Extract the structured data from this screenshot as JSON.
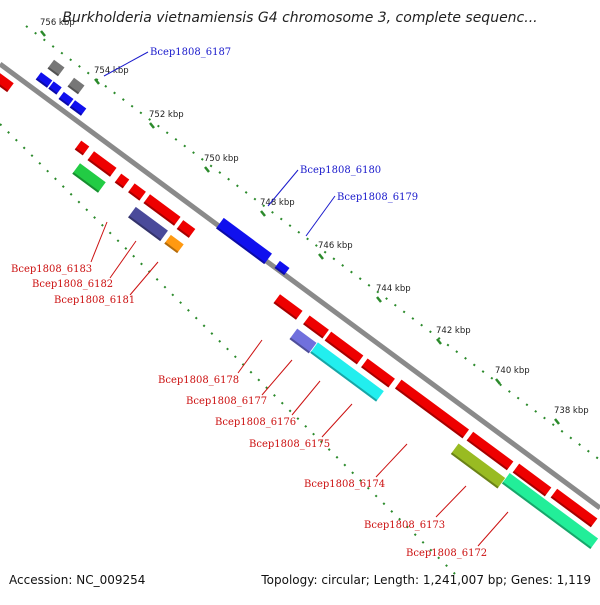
{
  "title": "Burkholderia vietnamiensis G4 chromosome 3, complete sequenc...",
  "footer": {
    "accession": "Accession: NC_009254",
    "summary": "Topology: circular; Length: 1,241,007 bp; Genes: 1,119"
  },
  "ticks": [
    "756 kbp",
    "754 kbp",
    "752 kbp",
    "750 kbp",
    "748 kbp",
    "746 kbp",
    "744 kbp",
    "742 kbp",
    "740 kbp",
    "738 kbp"
  ],
  "labels_forward": [
    "Bcep1808_6187",
    "Bcep1808_6180",
    "Bcep1808_6179"
  ],
  "labels_reverse": [
    "Bcep1808_6183",
    "Bcep1808_6182",
    "Bcep1808_6181",
    "Bcep1808_6178",
    "Bcep1808_6177",
    "Bcep1808_6176",
    "Bcep1808_6175",
    "Bcep1808_6174",
    "Bcep1808_6173",
    "Bcep1808_6172"
  ],
  "colors": {
    "backbone": "#8a8a8a",
    "cds": "#ee0000",
    "forward_label": "#1a1acc",
    "reverse_label": "#cc1111",
    "grey": "#777777",
    "blue": "#1010ee",
    "green": "#22cc44",
    "navy": "#4a4a9a",
    "orange": "#ff9911",
    "lavender": "#7070dd",
    "cyan": "#22eeee",
    "olive": "#99bb22",
    "mint": "#22ee99",
    "dots": "#2b8a2b"
  }
}
